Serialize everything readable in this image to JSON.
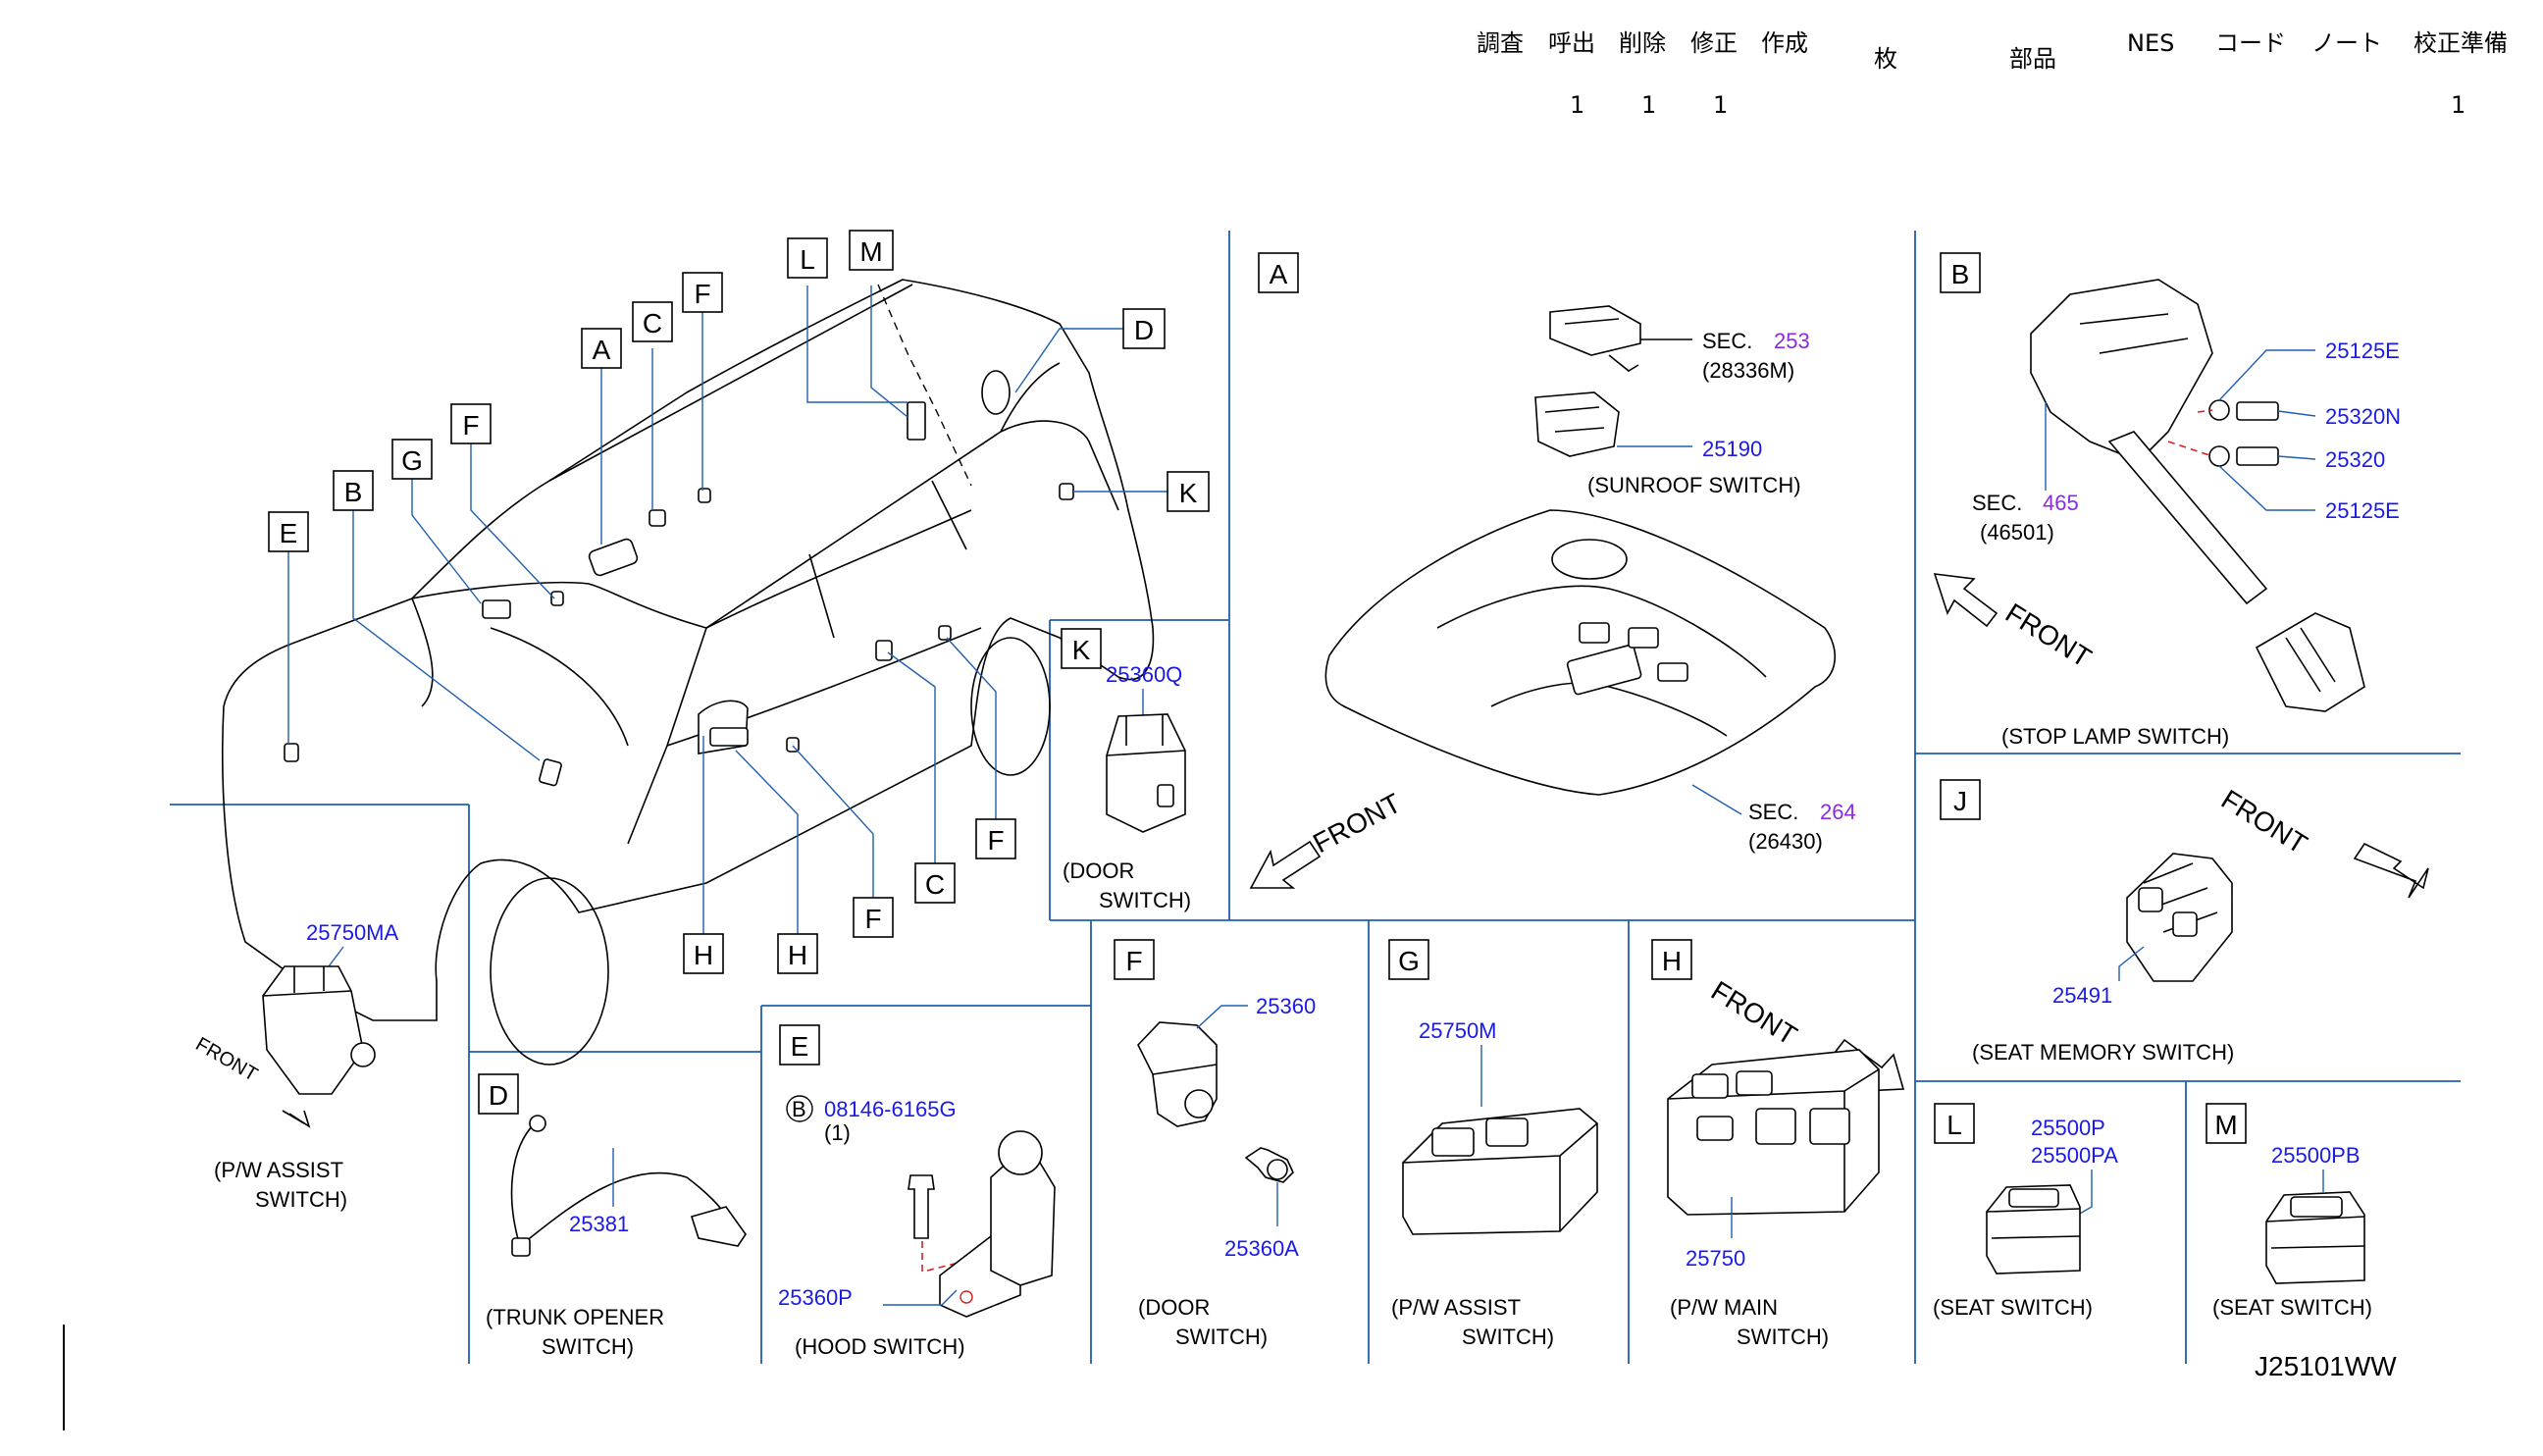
{
  "header": {
    "columns": [
      "調査",
      "呼出",
      "削除",
      "修正",
      "作成",
      "枚",
      "部品",
      "NES",
      "コード",
      "ノート",
      "校正準備"
    ],
    "values": {
      "呼出": "1",
      "削除": "1",
      "修正": "1",
      "校正準備": "1"
    }
  },
  "callouts": [
    "A",
    "B",
    "C",
    "D",
    "E",
    "F",
    "G",
    "H",
    "J",
    "K",
    "L",
    "M"
  ],
  "sections": {
    "A": {
      "label": "A",
      "sec1": {
        "prefix": "SEC.",
        "num": "253",
        "code": "(28336M)"
      },
      "pn1": "25190",
      "caption1": "(SUNROOF   SWITCH)",
      "sec2": {
        "prefix": "SEC.",
        "num": "264",
        "code": "(26430)"
      },
      "front": "FRONT"
    },
    "B": {
      "label": "B",
      "pns": [
        "25125E",
        "25320N",
        "25320",
        "25125E"
      ],
      "sec": {
        "prefix": "SEC.",
        "num": "465",
        "code": "(46501)"
      },
      "front": "FRONT",
      "caption": "(STOP   LAMP   SWITCH)"
    },
    "K": {
      "label": "K",
      "pn": "25360Q",
      "caption1": "(DOOR",
      "caption2": "SWITCH)"
    },
    "J": {
      "label": "J",
      "pn": "25491",
      "front": "FRONT",
      "caption": "(SEAT   MEMORY      SWITCH)"
    },
    "PW": {
      "pn": "25750MA",
      "front": "FRONT",
      "caption1": "(P/W   ASSIST",
      "caption2": "SWITCH)"
    },
    "D": {
      "label": "D",
      "pn": "25381",
      "caption1": "(TRUNK   OPENER",
      "caption2": "SWITCH)"
    },
    "E": {
      "label": "E",
      "bolt_mark": "B",
      "bolt_pn": "08146-6165G",
      "bolt_qty": "(1)",
      "pn": "25360P",
      "caption": "(HOOD   SWITCH)"
    },
    "F": {
      "label": "F",
      "pn1": "25360",
      "pn2": "25360A",
      "caption1": "(DOOR",
      "caption2": "SWITCH)"
    },
    "G": {
      "label": "G",
      "pn": "25750M",
      "caption1": "(P/W   ASSIST",
      "caption2": "SWITCH)"
    },
    "H": {
      "label": "H",
      "front": "FRONT",
      "pn": "25750",
      "caption1": "(P/W   MAIN",
      "caption2": "SWITCH)"
    },
    "L": {
      "label": "L",
      "pn1": "25500P",
      "pn2": "25500PA",
      "caption": "(SEAT   SWITCH)"
    },
    "M": {
      "label": "M",
      "pn": "25500PB",
      "caption": "(SEAT   SWITCH)"
    }
  },
  "drawing_code": "J25101WW",
  "colors": {
    "part_number": "#1a1ae6",
    "section_ref": "#8a2be2",
    "divider": "#1f5fb0",
    "hidden_line": "#d42020"
  }
}
